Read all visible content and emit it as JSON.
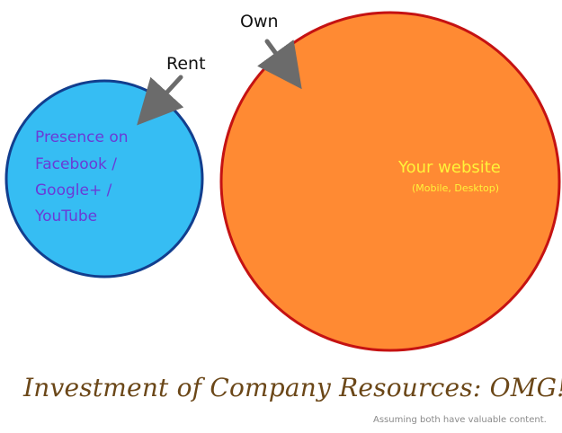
{
  "labels": {
    "own": "Own",
    "rent": "Rent",
    "left_circle": {
      "line1": "Presence on",
      "line2": "Facebook /",
      "line3": "Google+ /",
      "line4": "YouTube"
    },
    "right_circle": {
      "main": "Your website",
      "sub": "(Mobile, Desktop)"
    }
  },
  "title": "Investment of Company Resources: OMG! Version",
  "footnote": "Assuming both have valuable content.",
  "colors": {
    "left_fill": "#36bdf3",
    "left_stroke": "#123e8e",
    "right_fill": "#ff8a33",
    "right_stroke": "#c51212",
    "arrow": "#6b6b6b",
    "title": "#6b4718",
    "left_text": "#6a3bd6",
    "right_text": "#fff33a",
    "footnote": "#8a8a8a"
  }
}
